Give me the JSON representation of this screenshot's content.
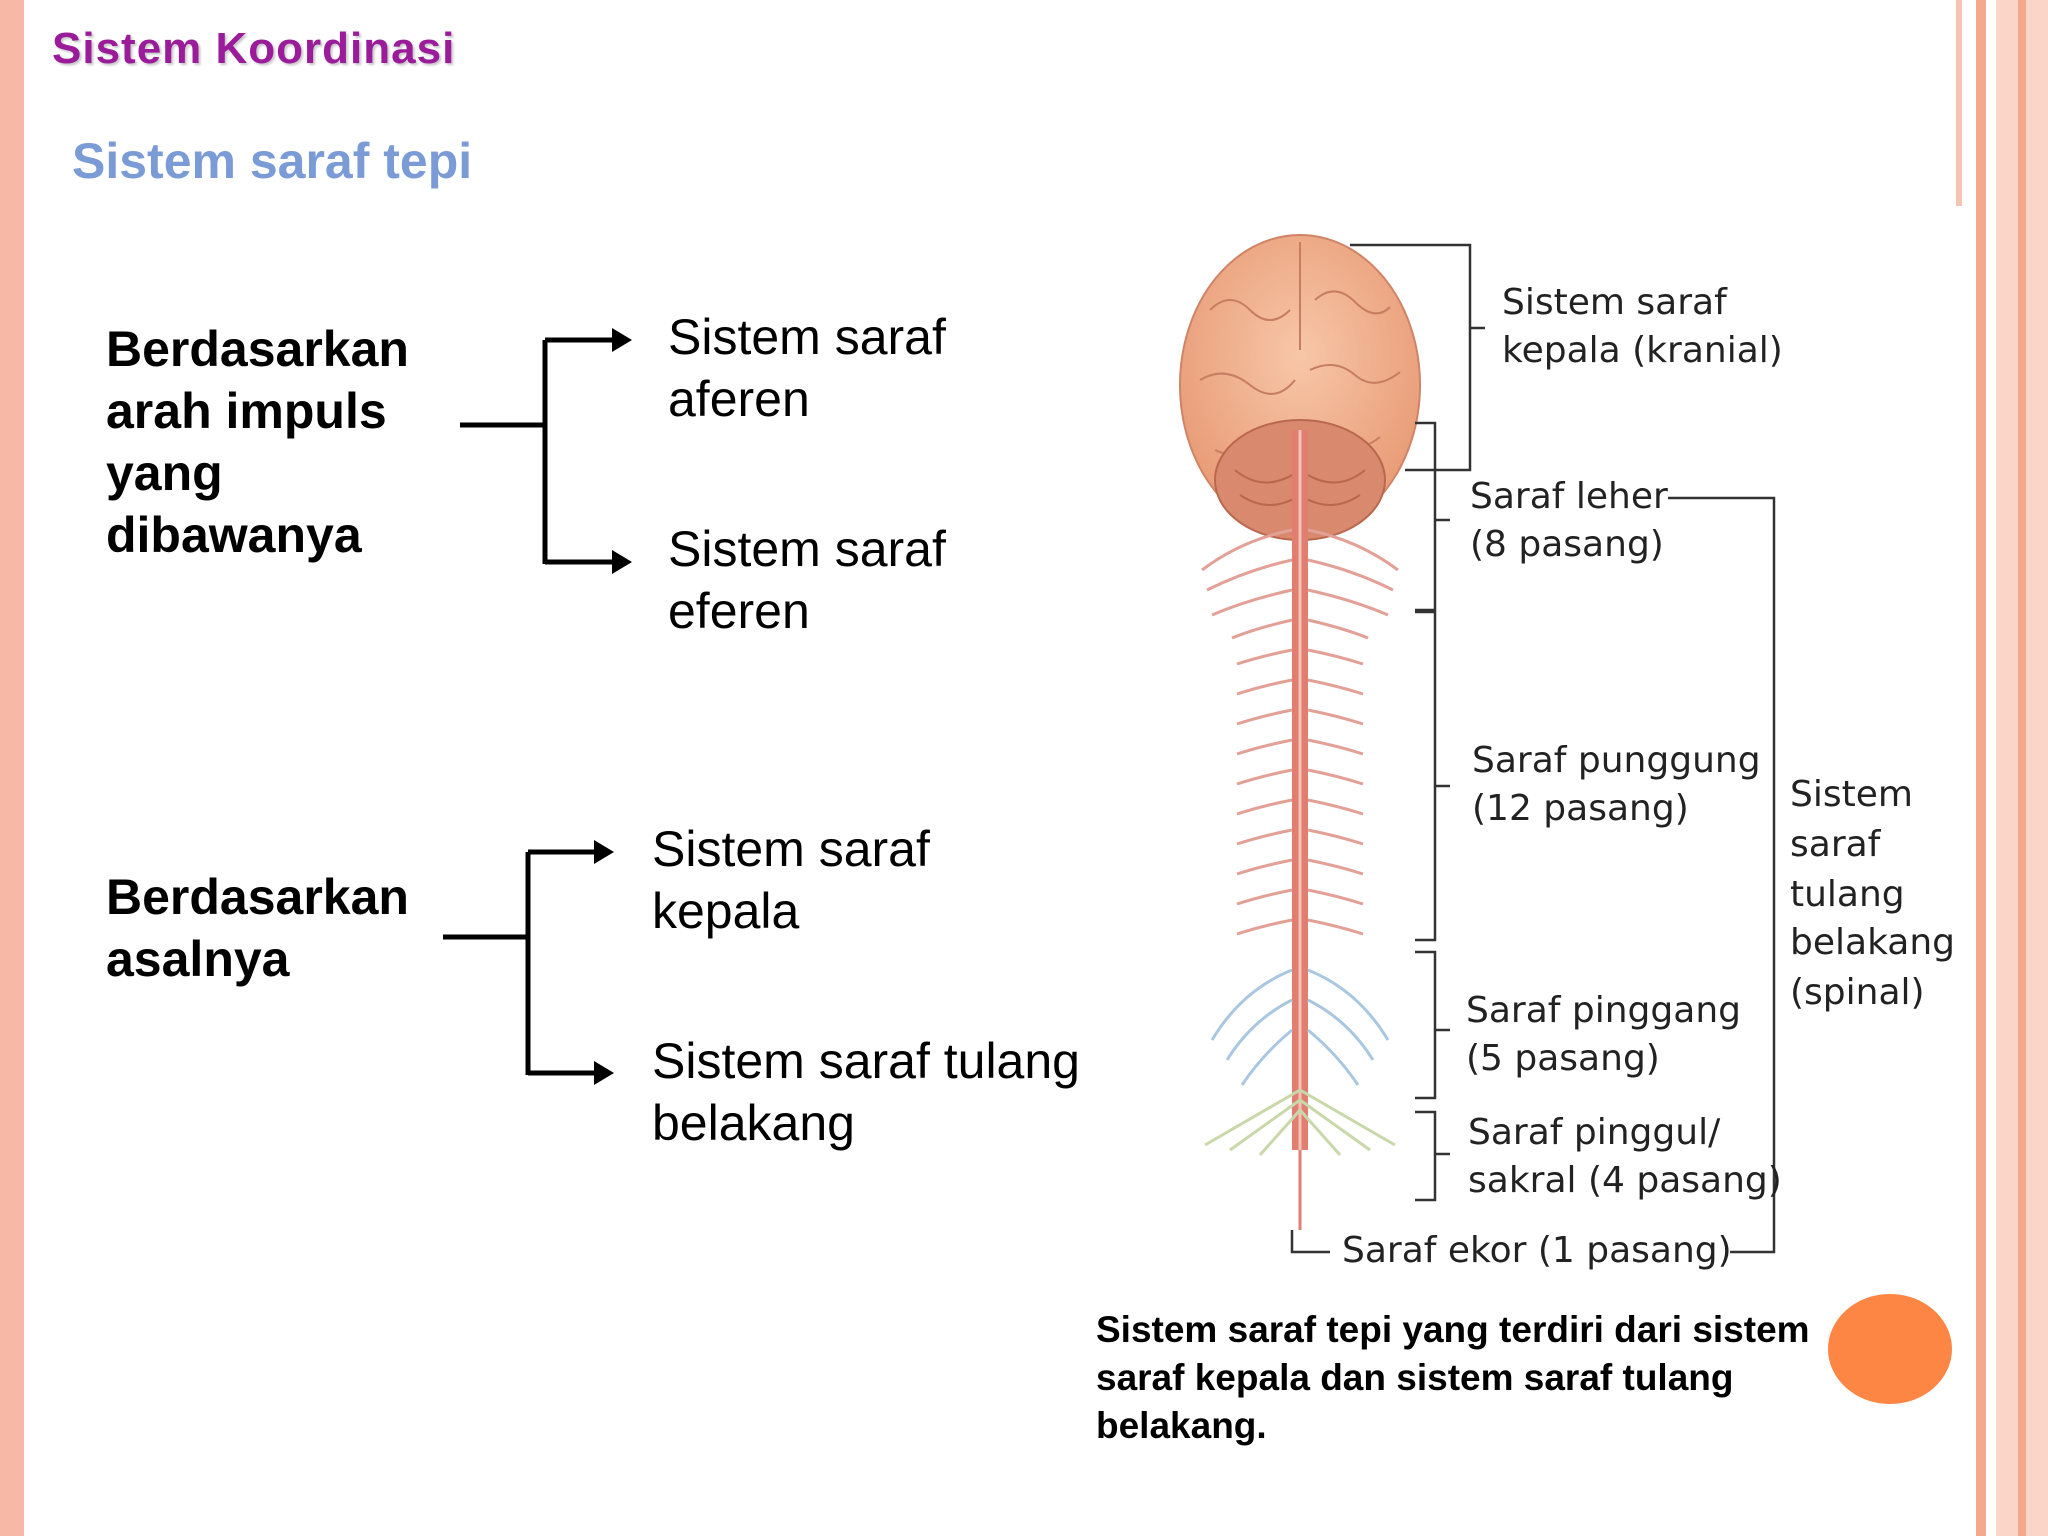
{
  "slide": {
    "title": "Sistem Koordinasi",
    "subtitle": "Sistem saraf tepi"
  },
  "colors": {
    "title": "#9b1c9b",
    "subtitle": "#7b9bd6",
    "left_border": "#f7b9a6",
    "right_stripe": "#f4a98f",
    "accent_circle": "#fd8645",
    "nerve": "#d9786a",
    "brain": "#f1b08c"
  },
  "classification": [
    {
      "category": "Berdasarkan arah impuls yang dibawanya",
      "options": [
        "Sistem saraf aferen",
        "Sistem saraf eferen"
      ]
    },
    {
      "category": "Berdasarkan asalnya",
      "options": [
        "Sistem saraf kepala",
        "Sistem saraf tulang belakang"
      ]
    }
  ],
  "figure": {
    "labels": {
      "cranial": [
        "Sistem saraf",
        "kepala (kranial)"
      ],
      "cervical": [
        "Saraf leher",
        "(8 pasang)"
      ],
      "thoracic": [
        "Saraf punggung",
        "(12 pasang)"
      ],
      "lumbar": [
        "Saraf pinggang",
        "(5 pasang)"
      ],
      "sacral": [
        "Saraf pinggul/",
        "sakral (4 pasang)"
      ],
      "coccygeal": "Saraf ekor (1 pasang)",
      "spinal": [
        "Sistem",
        "saraf",
        "tulang",
        "belakang",
        "(spinal)"
      ]
    },
    "caption": "Sistem saraf tepi yang terdiri dari sistem saraf kepala dan sistem saraf tulang belakang."
  }
}
